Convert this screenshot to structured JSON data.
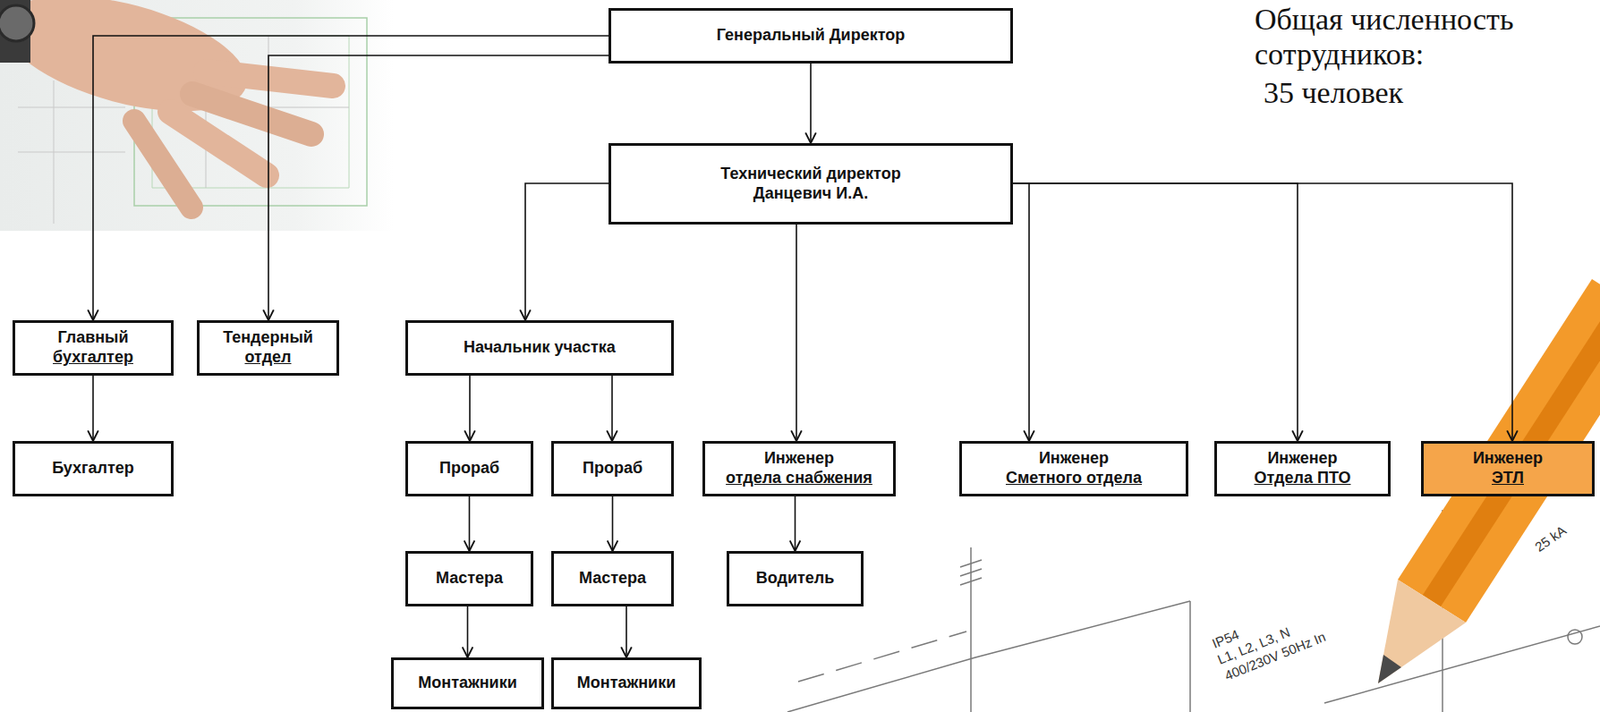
{
  "diagram": {
    "nodes": [
      {
        "text": [
          "Генеральный Директор"
        ]
      },
      {
        "text": [
          "Технический директор",
          "Данцевич И.А."
        ]
      },
      {
        "text": [
          "Главный",
          "бухгалтер"
        ]
      },
      {
        "text": [
          "Тендерный",
          "отдел"
        ]
      },
      {
        "text": [
          "Начальник участка"
        ]
      },
      {
        "text": [
          "Бухгалтер"
        ]
      },
      {
        "text": [
          "Прораб"
        ]
      },
      {
        "text": [
          "Прораб"
        ]
      },
      {
        "text": [
          "Инженер",
          "отдела снабжения"
        ]
      },
      {
        "text": [
          "Инженер",
          "Сметного отдела"
        ]
      },
      {
        "text": [
          "Инженер",
          "Отдела ПТО"
        ]
      },
      {
        "text": [
          "Инженер",
          "ЭТЛ"
        ]
      },
      {
        "text": [
          "Мастера"
        ]
      },
      {
        "text": [
          "Мастера"
        ]
      },
      {
        "text": [
          "Водитель"
        ]
      },
      {
        "text": [
          "Монтажники"
        ]
      },
      {
        "text": [
          "Монтажники"
        ]
      }
    ],
    "edges": [
      {
        "from": 0,
        "to": 1,
        "arrow": "to"
      },
      {
        "from": 0,
        "to": 2,
        "arrow": "to"
      },
      {
        "from": 0,
        "to": 3,
        "arrow": "to"
      },
      {
        "from": 1,
        "to": 4,
        "arrow": "to"
      },
      {
        "from": 1,
        "to": 8,
        "arrow": "to"
      },
      {
        "from": 1,
        "to": 9,
        "arrow": "to"
      },
      {
        "from": 1,
        "to": 10,
        "arrow": "to"
      },
      {
        "from": 1,
        "to": 11,
        "arrow": "to"
      },
      {
        "from": 2,
        "to": 5,
        "arrow": "to"
      },
      {
        "from": 4,
        "to": 6,
        "arrow": "to"
      },
      {
        "from": 4,
        "to": 7,
        "arrow": "to"
      },
      {
        "from": 6,
        "to": 12,
        "arrow": "to"
      },
      {
        "from": 7,
        "to": 13,
        "arrow": "to"
      },
      {
        "from": 8,
        "to": 14,
        "arrow": "to"
      },
      {
        "from": 12,
        "to": 15,
        "arrow": "to"
      },
      {
        "from": 13,
        "to": 16,
        "arrow": "to"
      }
    ],
    "labels": [
      "Общая численность сотрудников:",
      "35 человек",
      "IP54",
      "L1, L2, L3, N",
      "400/230V 50Hz In",
      "25 kA"
    ]
  }
}
